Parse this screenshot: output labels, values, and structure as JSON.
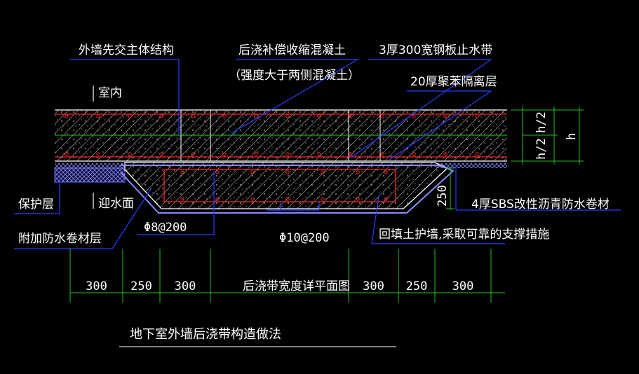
{
  "labels": {
    "wall_structure": "外墙先交主体结构",
    "post_pour_concrete": "后浇补偿收缩混凝土",
    "strength_note": "（强度大于两侧混凝土）",
    "steel_waterstop": "3厚300宽钢板止水带",
    "polystyrene": "20厚聚苯隔离层",
    "indoor": "室内",
    "protect_layer": "保护层",
    "water_face": "迎水面",
    "extra_membrane": "附加防水卷材层",
    "sbs_membrane": "4厚SBS改性沥青防水卷材",
    "rebar_8": "Φ8@200",
    "rebar_10": "Φ10@200",
    "backfill": "回填土护墙,采取可靠的支撑措施",
    "dim_250_vertical": "250",
    "dim_h_half_top": "h/2",
    "dim_h_half_bottom": "h/2",
    "dim_h": "h",
    "width_note": "后浇带宽度详平面图"
  },
  "bottom_dims": [
    "300",
    "250",
    "300",
    "300",
    "250",
    "300"
  ],
  "title": "地下室外墙后浇带构造做法",
  "colors": {
    "background": "#000000",
    "rebar": "#ff2020",
    "leader": "#2a3cff",
    "hatch": "#d8d8d8",
    "green_line": "#20d020",
    "dimension": "#20c020",
    "outline": "#ffffff"
  }
}
